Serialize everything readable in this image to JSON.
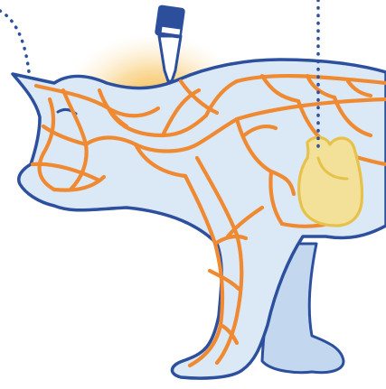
{
  "diagram": {
    "subject": "cat",
    "depicted": {
      "icons": [
        "spot-on-applicator-icon",
        "cat-icon",
        "heart-icon"
      ],
      "features": [
        "blood-vessel-network",
        "application-glow",
        "leader-lines"
      ]
    },
    "colors": {
      "background": "#ffffff",
      "body_fill": "#dbe8f5",
      "far_leg_fill": "#c3d8ee",
      "outline": "#2c4f9e",
      "vessels": "#ef8a32",
      "heart_fill": "#f4e199",
      "heart_stroke": "#e7c24a",
      "glow": "#f6b53a",
      "pointer": "#2c4f9e",
      "applicator_cap": "#2d4e9b",
      "applicator_body": "#ffffff"
    }
  }
}
